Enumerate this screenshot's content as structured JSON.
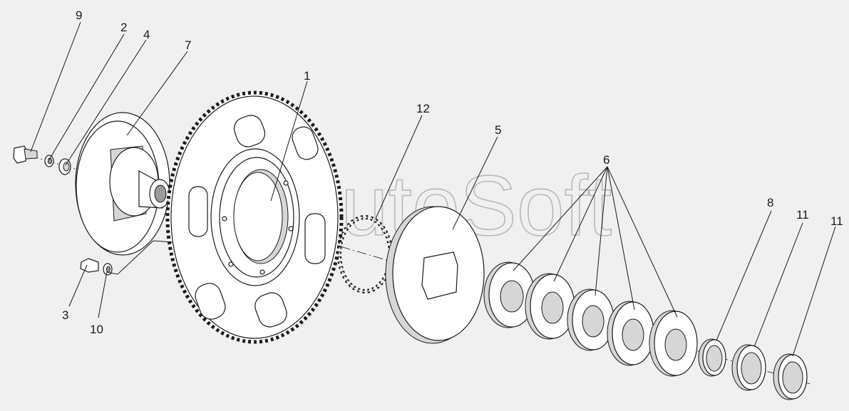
{
  "watermark": "AutoSoft",
  "callouts": [
    {
      "id": "9",
      "text": "9"
    },
    {
      "id": "2",
      "text": "2"
    },
    {
      "id": "4",
      "text": "4"
    },
    {
      "id": "7",
      "text": "7"
    },
    {
      "id": "1",
      "text": "1"
    },
    {
      "id": "12",
      "text": "12"
    },
    {
      "id": "5",
      "text": "5"
    },
    {
      "id": "6",
      "text": "6"
    },
    {
      "id": "8",
      "text": "8"
    },
    {
      "id": "11a",
      "text": "11"
    },
    {
      "id": "11b",
      "text": "11"
    },
    {
      "id": "3",
      "text": "3"
    },
    {
      "id": "10",
      "text": "10"
    }
  ]
}
